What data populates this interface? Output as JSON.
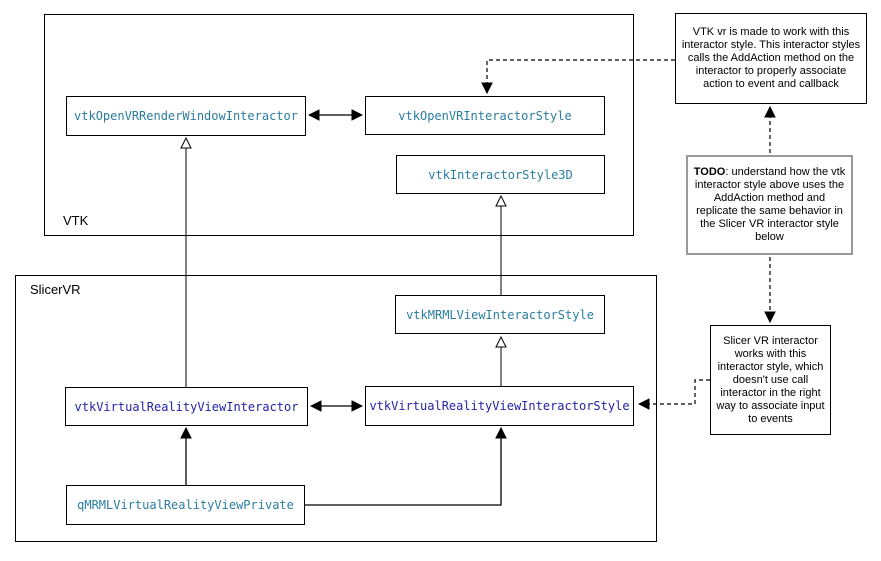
{
  "diagram": {
    "groups": [
      {
        "label": "VTK"
      },
      {
        "label": "SlicerVR"
      }
    ],
    "nodes": [
      {
        "label": "vtkOpenVRRenderWindowInteractor",
        "color": "#2b7da0"
      },
      {
        "label": "vtkOpenVRInteractorStyle",
        "color": "#2b7da0"
      },
      {
        "label": "vtkInteractorStyle3D",
        "color": "#2b7da0"
      },
      {
        "label": "vtkMRMLViewInteractorStyle",
        "color": "#2b7da0"
      },
      {
        "label": "vtkVirtualRealityViewInteractor",
        "color": "#2323a8"
      },
      {
        "label": "vtkVirtualRealityViewInteractorStyle",
        "color": "#2323a8"
      },
      {
        "label": "qMRMLVirtualRealityViewPrivate",
        "color": "#2b7da0"
      }
    ],
    "notes": [
      {
        "text": "VTK vr is made to work with this interactor style. This interactor styles calls the AddAction method on the interactor to properly associate action to event and callback"
      },
      {
        "bold_prefix": "TODO",
        "text": ": understand how the vtk interactor style above uses the AddAction method and replicate the same behavior in the Slicer VR interactor style below"
      },
      {
        "text": "Slicer VR interactor works with this interactor style, which doesn't use call interactor in the right way to associate input to events"
      }
    ],
    "colors": {
      "teal_class": "#2b7da0",
      "navy_class": "#2323a8",
      "line": "#000000",
      "todo_border": "#999999",
      "background": "#ffffff"
    }
  }
}
